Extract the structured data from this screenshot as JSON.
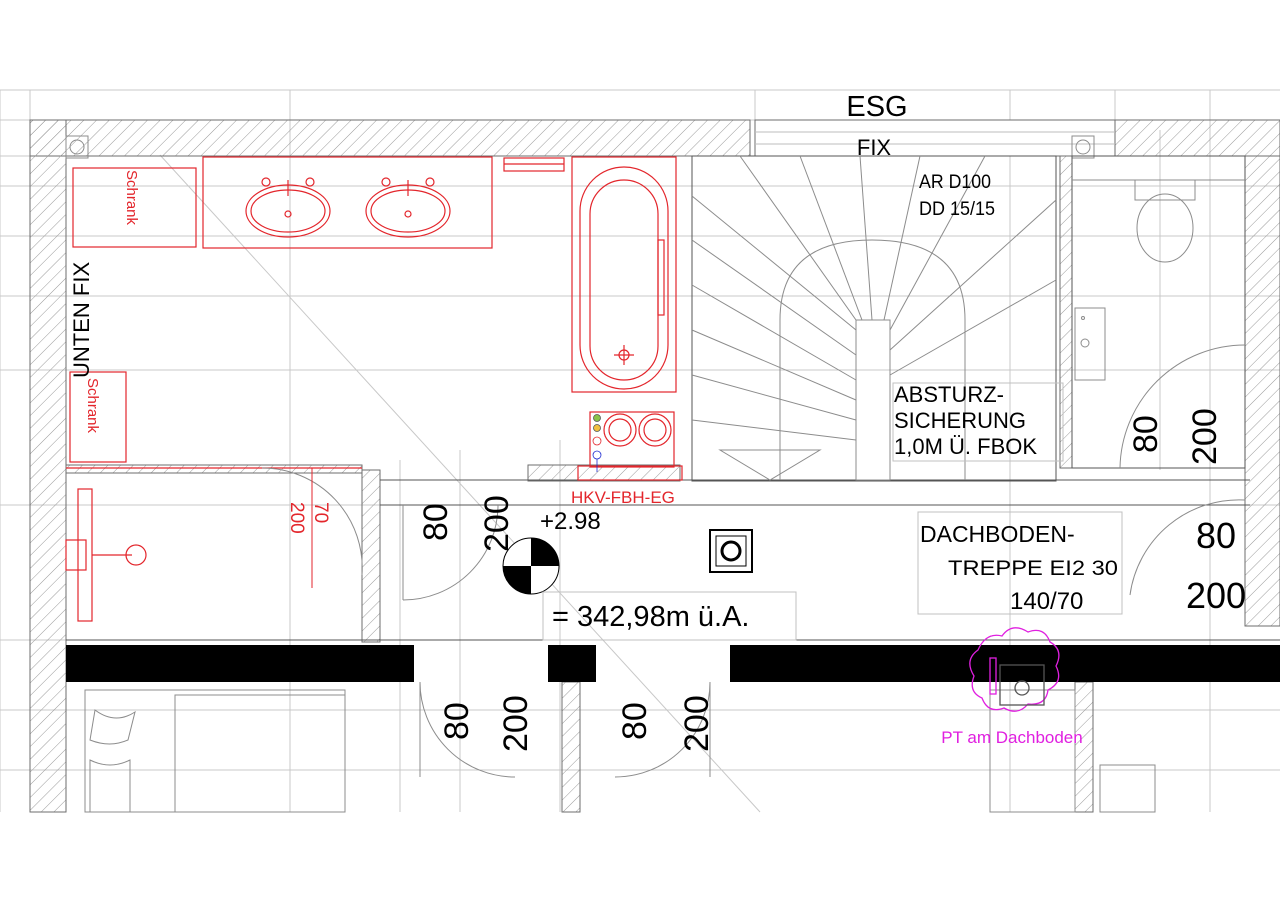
{
  "labels": {
    "esg": "ESG",
    "fix_top": "FIX",
    "unten_fix": "UNTEN FIX",
    "schrank_1": "Schrank",
    "schrank_2": "Schrank",
    "ar_d100": "AR D100",
    "dd": "DD 15/15",
    "absturz_1": "ABSTURZ-",
    "absturz_2": "SICHERUNG",
    "absturz_3": "1,0M Ü. FBOK",
    "hkv": "HKV-FBH-EG",
    "height_mark": "+2.98",
    "elevation": "= 342,98m ü.A.",
    "dach_1": "DACHBODEN-",
    "dach_2": "TREPPE EI2 30",
    "dach_3": "140/70",
    "pt": "PT am Dachboden"
  },
  "doors": {
    "bath_w": "70",
    "bath_h": "200",
    "wc_w": "80",
    "wc_h": "200",
    "hall_w": "80",
    "hall_h": "200",
    "dach_w": "80",
    "dach_h": "200",
    "low1_w": "80",
    "low1_h": "200",
    "low2_w": "80",
    "low2_h": "200"
  },
  "colors": {
    "line": "#8c8c8c",
    "wall": "#6e6e6e",
    "fixture": "#e3262c",
    "magenta": "#e020e0",
    "black": "#000000"
  }
}
